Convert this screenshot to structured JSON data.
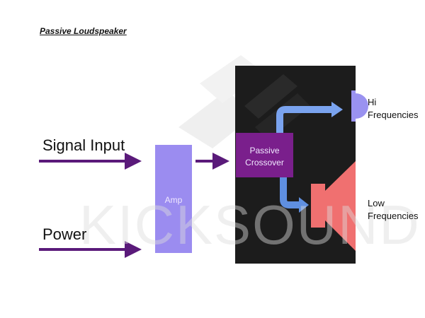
{
  "title": "Passive Loudspeaker",
  "labels": {
    "signal_input": "Signal Input",
    "power": "Power",
    "amp": "Amp",
    "crossover_line1": "Passive",
    "crossover_line2": "Crossover",
    "hi_line1": "Hi",
    "hi_line2": "Frequencies",
    "low_line1": "Low",
    "low_line2": "Frequencies"
  },
  "watermark": "KICKSOUND",
  "colors": {
    "background": "#ffffff",
    "speaker_cabinet": "#1c1c1c",
    "input_arrow": "#5a1a7a",
    "amp_block": "#9b8cf0",
    "crossover_block": "#7a1f8c",
    "signal_arrow": "#7aa3ef",
    "tweeter": "#9a92f0",
    "woofer": "#f07070",
    "watermark": "#d8d8d8"
  }
}
